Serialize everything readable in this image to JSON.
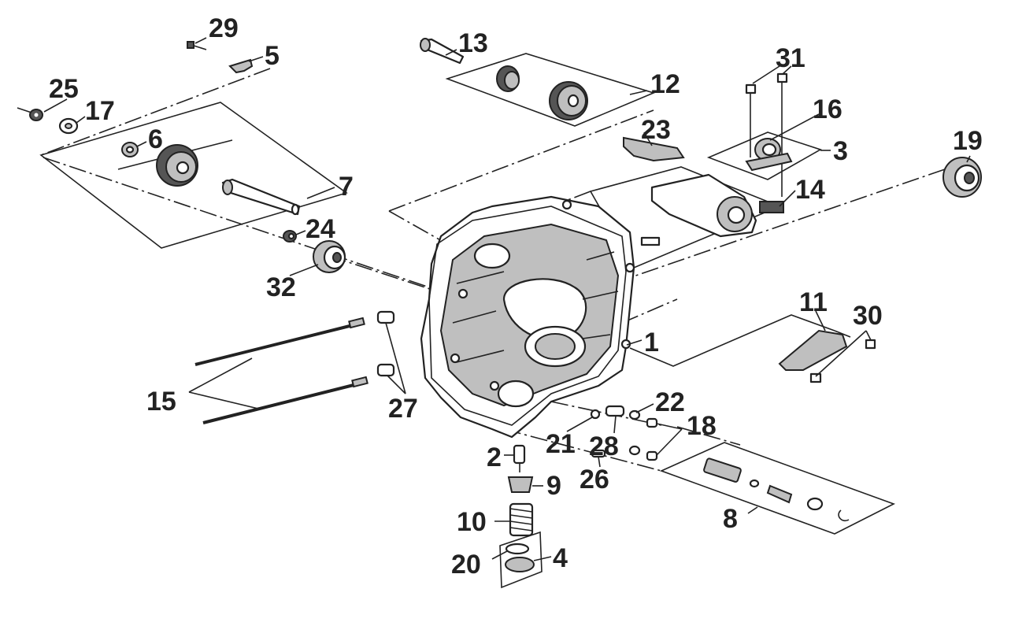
{
  "diagram": {
    "callouts": [
      {
        "id": "1",
        "label": "1"
      },
      {
        "id": "2",
        "label": "2"
      },
      {
        "id": "3",
        "label": "3"
      },
      {
        "id": "4",
        "label": "4"
      },
      {
        "id": "5",
        "label": "5"
      },
      {
        "id": "6",
        "label": "6"
      },
      {
        "id": "7",
        "label": "7"
      },
      {
        "id": "8",
        "label": "8"
      },
      {
        "id": "9",
        "label": "9"
      },
      {
        "id": "10",
        "label": "10"
      },
      {
        "id": "11",
        "label": "11"
      },
      {
        "id": "12",
        "label": "12"
      },
      {
        "id": "13",
        "label": "13"
      },
      {
        "id": "14",
        "label": "14"
      },
      {
        "id": "15",
        "label": "15"
      },
      {
        "id": "16",
        "label": "16"
      },
      {
        "id": "17",
        "label": "17"
      },
      {
        "id": "18",
        "label": "18"
      },
      {
        "id": "19",
        "label": "19"
      },
      {
        "id": "20",
        "label": "20"
      },
      {
        "id": "21",
        "label": "21"
      },
      {
        "id": "22",
        "label": "22"
      },
      {
        "id": "23",
        "label": "23"
      },
      {
        "id": "24",
        "label": "24"
      },
      {
        "id": "25",
        "label": "25"
      },
      {
        "id": "26",
        "label": "26"
      },
      {
        "id": "27",
        "label": "27"
      },
      {
        "id": "28",
        "label": "28"
      },
      {
        "id": "29",
        "label": "29"
      },
      {
        "id": "30",
        "label": "30"
      },
      {
        "id": "31",
        "label": "31"
      },
      {
        "id": "32",
        "label": "32"
      }
    ],
    "colors": {
      "line": "#222222",
      "background": "#ffffff",
      "shade": "#bfbfbf"
    }
  }
}
